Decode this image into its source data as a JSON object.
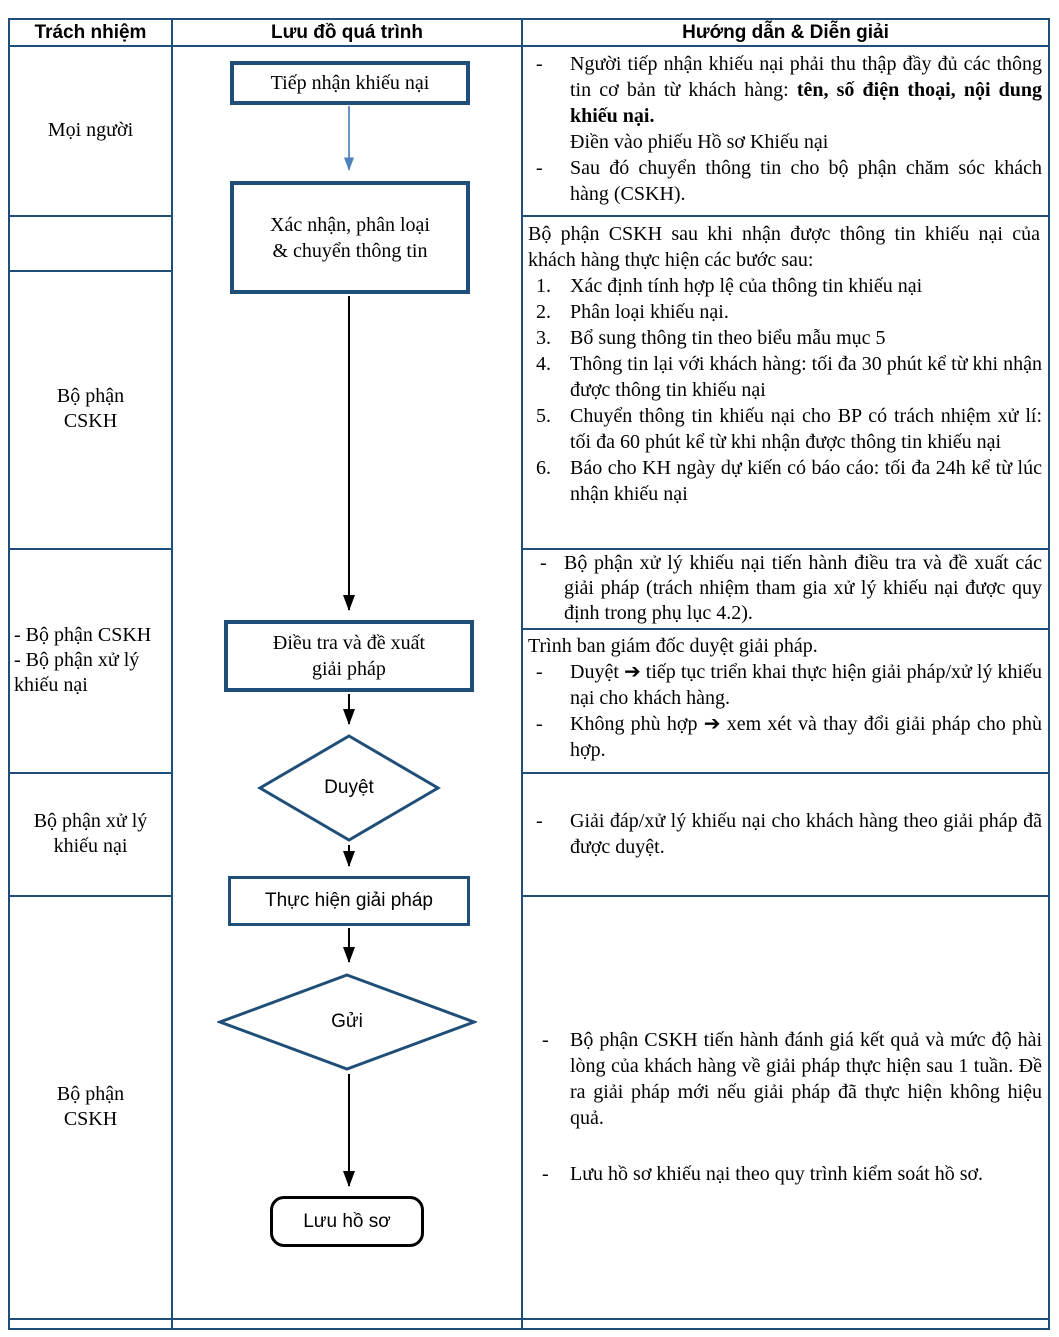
{
  "colors": {
    "border": "#1f4e79",
    "arrow_blue": "#4f81bd",
    "arrow_black": "#000000"
  },
  "header": {
    "responsibility": "Trách nhiệm",
    "flowchart": "Lưu đồ quá trình",
    "guidance": "Hướng dẫn & Diễn giải"
  },
  "responsibility": {
    "row1": "Mọi người",
    "row2": "",
    "row3": "Bộ phận CSKH",
    "row4_item1": "-  Bộ phận CSKH",
    "row4_item2": "- Bộ phận xử lý  khiếu nại",
    "row5": "Bộ phận xử lý khiếu nại",
    "row6": "Bộ phận CSKH"
  },
  "flow": {
    "step1": "Tiếp nhận khiếu nại",
    "step2_line1": "Xác nhận, phân loại",
    "step2_line2": "& chuyển thông tin",
    "step3_line1": "Điều tra và đề xuất",
    "step3_line2": "giải pháp",
    "decision1": "Duyệt",
    "step4": "Thực hiện giải pháp",
    "decision2": "Gửi",
    "step5": "Lưu hồ sơ"
  },
  "guidance1": {
    "item1_marker": "-",
    "item1_text": "Người tiếp nhận khiếu nại phải thu thập đầy đủ các thông tin cơ bản từ khách hàng:  ",
    "item1_bold": "tên, số điện thoại, nội dung khiếu nại.",
    "item1_line2": "Điền vào phiếu Hồ sơ Khiếu nại",
    "item2_marker": "-",
    "item2_text": "Sau đó chuyển thông tin cho bộ phận chăm sóc khách hàng (CSKH)."
  },
  "guidance2": {
    "intro": "Bộ phận CSKH sau khi nhận được thông tin khiếu nại của khách hàng thực hiện các bước sau:",
    "items": [
      {
        "marker": "1.",
        "text": "Xác định tính hợp lệ của thông tin khiếu nại"
      },
      {
        "marker": "2.",
        "text": "Phân loại khiếu nại."
      },
      {
        "marker": "3.",
        "text": "Bổ sung thông tin theo biểu mẫu mục 5"
      },
      {
        "marker": "4.",
        "text": "Thông tin lại với khách hàng: tối đa 30 phút kể từ khi nhận được thông tin khiếu nại"
      },
      {
        "marker": "5.",
        "text": "Chuyển thông tin khiếu nại cho BP có trách nhiệm xử lí: tối đa 60 phút kể từ khi nhận được thông tin khiếu nại"
      },
      {
        "marker": "6.",
        "text": "Báo cho KH ngày dự kiến có báo cáo: tối đa 24h kể từ lúc nhận khiếu nại"
      }
    ]
  },
  "guidance3": {
    "marker": "-",
    "text": "Bộ phận xử lý khiếu nại tiến hành điều tra và đề xuất các giải pháp (trách nhiệm tham gia xử lý khiếu nại được quy định trong phụ lục 4.2)."
  },
  "guidance4": {
    "intro": "Trình ban giám đốc duyệt giải pháp.",
    "items": [
      {
        "marker": "-",
        "text": "Duyệt ➔ tiếp tục triển khai thực hiện giải pháp/xử lý khiếu nại cho khách hàng."
      },
      {
        "marker": "-",
        "text": "Không phù hợp ➔ xem xét và thay đổi giải pháp cho phù hợp."
      }
    ]
  },
  "guidance5": {
    "marker": "-",
    "text": "Giải đáp/xử lý khiếu nại cho khách hàng theo giải pháp đã được duyệt."
  },
  "guidance6": {
    "items": [
      {
        "marker": "-",
        "text": "Bộ phận CSKH tiến hành đánh giá kết quả và mức độ hài lòng của khách hàng về giải pháp thực hiện sau 1 tuần. Đề ra giải pháp mới nếu giải pháp đã thực hiện không hiệu quả."
      },
      {
        "marker": "-",
        "text": "Lưu hồ sơ khiếu nại theo quy trình kiểm soát hồ sơ."
      }
    ]
  }
}
